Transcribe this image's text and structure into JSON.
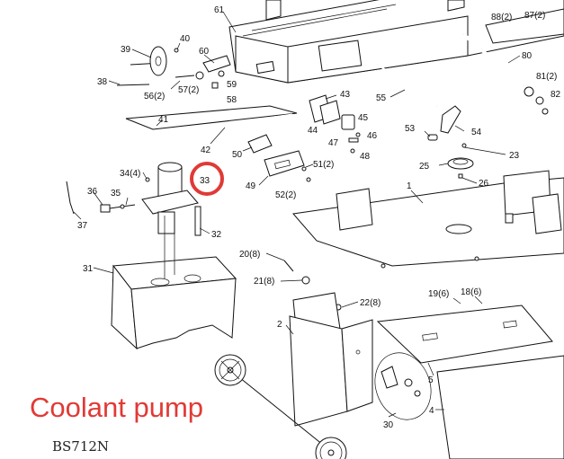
{
  "caption": "Coolant pump",
  "model": "BS712N",
  "highlight": {
    "label": "33",
    "color": "#e03a36"
  },
  "callouts": [
    "61",
    "88(2)",
    "87(2)",
    "40",
    "39",
    "60",
    "80",
    "38",
    "56(2)",
    "57(2)",
    "59",
    "58",
    "81(2)",
    "82",
    "41",
    "43",
    "55",
    "45",
    "44",
    "46",
    "53",
    "54",
    "42",
    "50",
    "47",
    "48",
    "23",
    "25",
    "51(2)",
    "26",
    "34(4)",
    "33",
    "49",
    "52(2)",
    "1",
    "36",
    "35",
    "37",
    "32",
    "20(8)",
    "31",
    "21(8)",
    "22(8)",
    "19(6)",
    "18(6)",
    "2",
    "5",
    "4",
    "30"
  ]
}
